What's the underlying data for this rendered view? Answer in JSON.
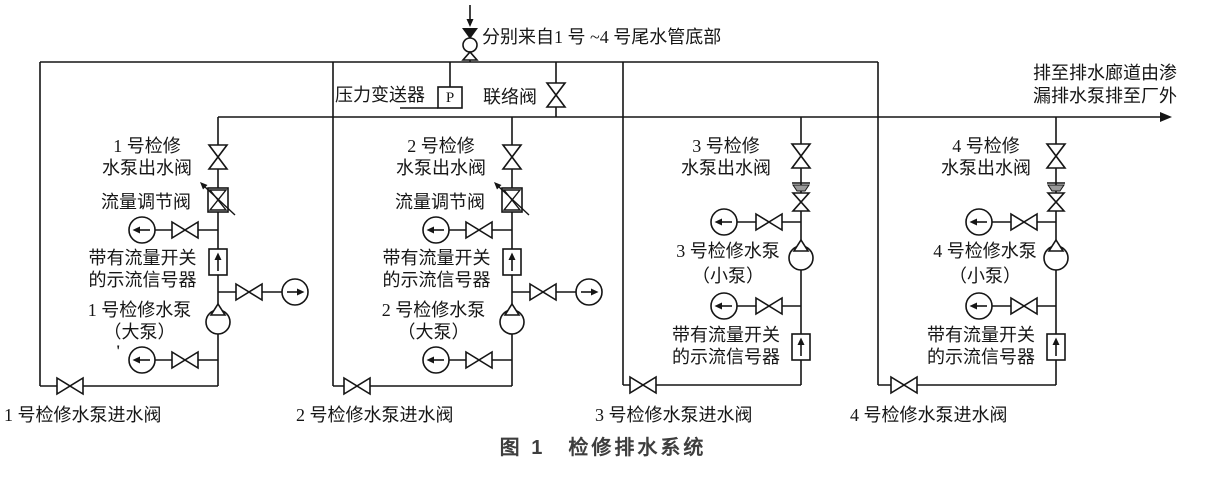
{
  "figure": {
    "caption": "图 1　检修排水系统",
    "source_note": "分别来自1 号 ~4 号尾水管底部",
    "discharge_note_line1": "排至排水廊道由渗",
    "discharge_note_line2": "漏排水泵排至厂外",
    "pressure_transmitter_label": "压力变送器",
    "pressure_transmitter_symbol": "P",
    "connecting_valve_label": "联络阀"
  },
  "branches": [
    {
      "id": "1",
      "outlet_valve_line1": "1 号检修",
      "outlet_valve_line2": "水泵出水阀",
      "regulating_valve_label": "流量调节阀",
      "flow_switch_line1": "带有流量开关",
      "flow_switch_line2": "的示流信号器",
      "pump_line1": "1 号检修水泵",
      "pump_line2": "（大泵）",
      "tick_mark": "'",
      "inlet_valve_label": "1 号检修水泵进水阀"
    },
    {
      "id": "2",
      "outlet_valve_line1": "2 号检修",
      "outlet_valve_line2": "水泵出水阀",
      "regulating_valve_label": "流量调节阀",
      "flow_switch_line1": "带有流量开关",
      "flow_switch_line2": "的示流信号器",
      "pump_line1": "2 号检修水泵",
      "pump_line2": "（大泵）",
      "inlet_valve_label": "2 号检修水泵进水阀"
    },
    {
      "id": "3",
      "outlet_valve_line1": "3 号检修",
      "outlet_valve_line2": "水泵出水阀",
      "pump_line1": "3 号检修水泵",
      "pump_line2": "（小泵）",
      "flow_switch_line1": "带有流量开关",
      "flow_switch_line2": "的示流信号器",
      "inlet_valve_label": "3 号检修水泵进水阀"
    },
    {
      "id": "4",
      "outlet_valve_line1": "4 号检修",
      "outlet_valve_line2": "水泵出水阀",
      "pump_line1": "4 号检修水泵",
      "pump_line2": "（小泵）",
      "flow_switch_line1": "带有流量开关",
      "flow_switch_line2": "的示流信号器",
      "inlet_valve_label": "4 号检修水泵进水阀"
    }
  ]
}
